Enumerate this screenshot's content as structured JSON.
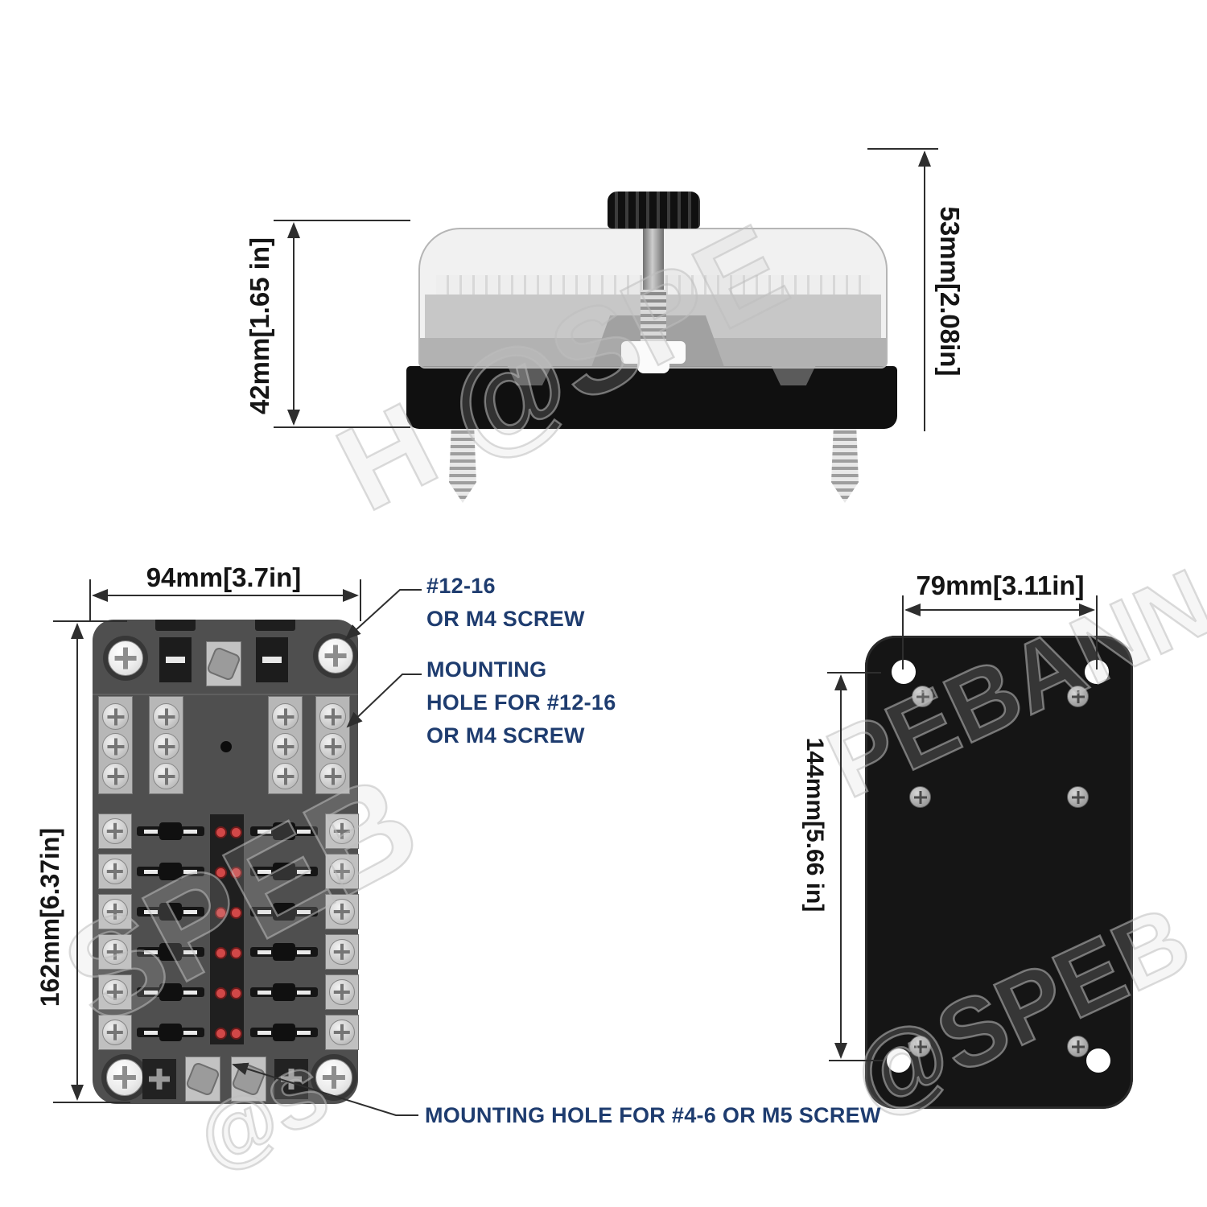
{
  "dimensions": {
    "side_body_height": "42mm[1.65 in]",
    "side_total_height": "53mm[2.08in]",
    "front_width": "94mm[3.7in]",
    "front_height": "162mm[6.37in]",
    "back_hole_span_width": "79mm[3.11in]",
    "back_hole_span_height": "144mm[5.66 in]"
  },
  "annotations": {
    "top_screw": {
      "line1": "#12-16",
      "line2": "OR M4 SCREW"
    },
    "side_mounting_hole": {
      "line1": "MOUNTING",
      "line2": "HOLE FOR #12-16",
      "line3": "OR M4 SCREW"
    },
    "bottom_mounting_hole": "MOUNTING HOLE FOR #4-6 OR M5 SCREW"
  },
  "watermarks": {
    "wm1": "H @SPE",
    "wm2": "SPEB",
    "wm3": "PEBANN",
    "wm4": "@SPEB",
    "wm5": "@S"
  },
  "front_view": {
    "fuse_rows": 6,
    "leds_per_row": 2,
    "terminal_columns": 4,
    "screws_per_terminal_column": 3
  },
  "back_view": {
    "corner_holes": 4,
    "mounting_screws": 6
  },
  "colors": {
    "annotation_text": "#1e3c6f",
    "dimension_text": "#151515",
    "led_red": "#d14848",
    "front_body_gray": "#4f4f4f",
    "back_plate_black": "#151515"
  }
}
